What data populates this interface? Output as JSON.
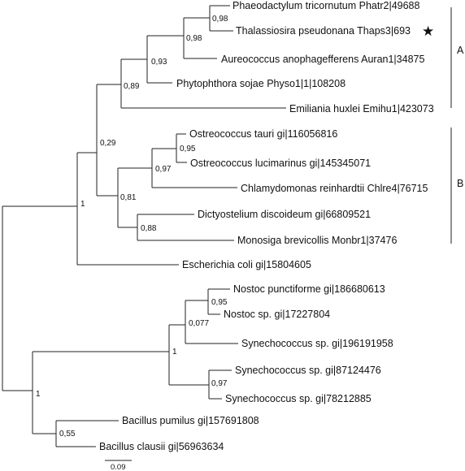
{
  "taxa": {
    "phaeodactylum": "Phaeodactylum tricornutum Phatr2|49688",
    "thalassiosira": "Thalassiosira pseudonana Thaps3|693",
    "aureococcus": "Aureococcus anophagefferens Auran1|34875",
    "phytophthora": "Phytophthora sojae Physo1|1|108208",
    "emiliania": "Emiliania huxlei Emihu1|423073",
    "ostreococcus_tauri": "Ostreococcus tauri gi|116056816",
    "ostreococcus_luci": "Ostreococcus lucimarinus gi|145345071",
    "chlamydomonas": "Chlamydomonas reinhardtii Chlre4|76715",
    "dictyostelium": "Dictyostelium discoideum gi|66809521",
    "monosiga": "Monosiga brevicollis Monbr1|37476",
    "escherichia": "Escherichia coli gi|15804605",
    "nostoc_punct": "Nostoc punctiforme gi|186680613",
    "nostoc_sp": "Nostoc sp. gi|17227804",
    "synecho1": "Synechococcus sp. gi|196191958",
    "synecho2": "Synechococcus sp. gi|87124476",
    "synecho3": "Synechococcus sp. gi|78212885",
    "bacillus_pumilus": "Bacillus pumilus gi|157691808",
    "bacillus_clausii": "Bacillus clausii gi|56963634"
  },
  "support": {
    "phaeo_thal": "0,98",
    "with_aureo": "0,98",
    "with_phyto": "0,93",
    "with_emili": "0,89",
    "ostreo": "0,95",
    "with_chlamy": "0,97",
    "dicty_mono": "0,88",
    "green_amoeba": "0,81",
    "euk": "0,29",
    "euk_ecoli": "1",
    "nostoc": "0,95",
    "nostoc_syn": "0,077",
    "synecho_pair": "0,97",
    "cyano": "1",
    "bacillus": "0,55",
    "cyano_bacillus": "1"
  },
  "groups": {
    "a": "A",
    "b": "B"
  },
  "marker": "★",
  "scale": {
    "label": "0.09"
  }
}
